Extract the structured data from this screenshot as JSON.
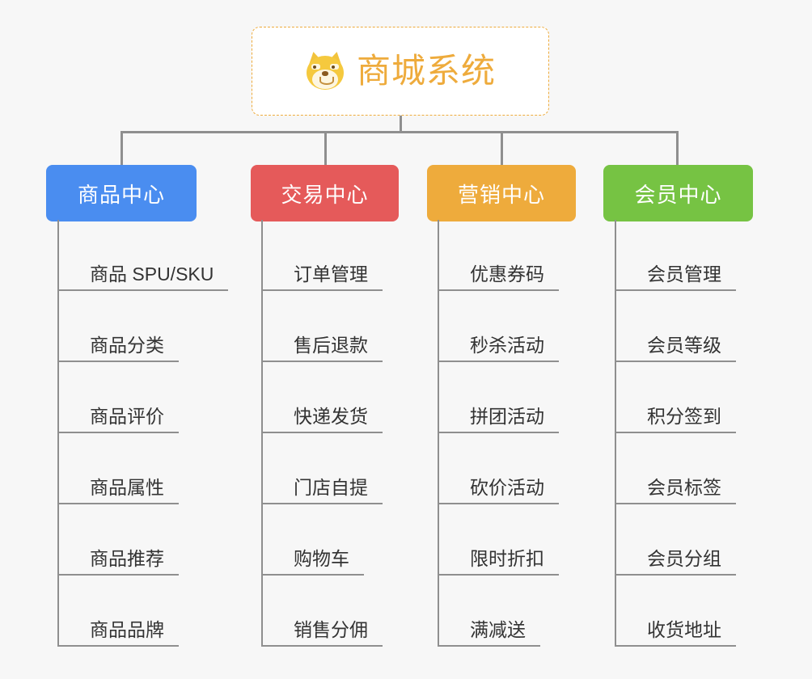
{
  "diagram": {
    "type": "tree-mindmap",
    "background_color": "#f7f7f7",
    "connector_color": "#8f8f8f",
    "root": {
      "title": "商城系统",
      "icon": "dog-face-icon",
      "border_color": "#eeab3c",
      "text_color": "#eeab3c",
      "background_color": "#ffffff"
    },
    "branches": [
      {
        "label": "商品中心",
        "color": "#4a8df0",
        "items": [
          "商品 SPU/SKU",
          "商品分类",
          "商品评价",
          "商品属性",
          "商品推荐",
          "商品品牌"
        ]
      },
      {
        "label": "交易中心",
        "color": "#e55a5a",
        "items": [
          "订单管理",
          "售后退款",
          "快递发货",
          "门店自提",
          "购物车",
          "销售分佣"
        ]
      },
      {
        "label": "营销中心",
        "color": "#eeab3c",
        "items": [
          "优惠券码",
          "秒杀活动",
          "拼团活动",
          "砍价活动",
          "限时折扣",
          "满减送"
        ]
      },
      {
        "label": "会员中心",
        "color": "#76c343",
        "items": [
          "会员管理",
          "会员等级",
          "积分签到",
          "会员标签",
          "会员分组",
          "收货地址"
        ]
      }
    ]
  }
}
